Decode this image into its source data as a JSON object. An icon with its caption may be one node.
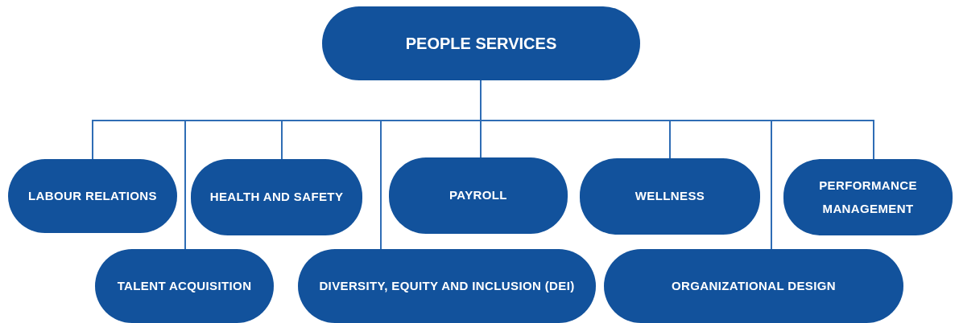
{
  "diagram": {
    "nodes": [
      {
        "text": [
          "PEOPLE SERVICES"
        ]
      },
      {
        "text": [
          "LABOUR RELATIONS"
        ]
      },
      {
        "text": [
          "HEALTH AND SAFETY"
        ]
      },
      {
        "text": [
          "PAYROLL"
        ]
      },
      {
        "text": [
          "WELLNESS"
        ]
      },
      {
        "text": [
          "PERFORMANCE MANAGEMENT"
        ]
      },
      {
        "text": [
          "TALENT ACQUISITION"
        ]
      },
      {
        "text": [
          "DIVERSITY, EQUITY AND INCLUSION (DEI)"
        ]
      },
      {
        "text": [
          "ORGANIZATIONAL DESIGN"
        ]
      }
    ],
    "edges": [
      {
        "from": 0,
        "to": 1,
        "arrow": "none"
      },
      {
        "from": 0,
        "to": 2,
        "arrow": "none"
      },
      {
        "from": 0,
        "to": 3,
        "arrow": "none"
      },
      {
        "from": 0,
        "to": 4,
        "arrow": "none"
      },
      {
        "from": 0,
        "to": 5,
        "arrow": "none"
      },
      {
        "from": 0,
        "to": 6,
        "arrow": "none"
      },
      {
        "from": 0,
        "to": 7,
        "arrow": "none"
      },
      {
        "from": 0,
        "to": 8,
        "arrow": "none"
      }
    ]
  }
}
